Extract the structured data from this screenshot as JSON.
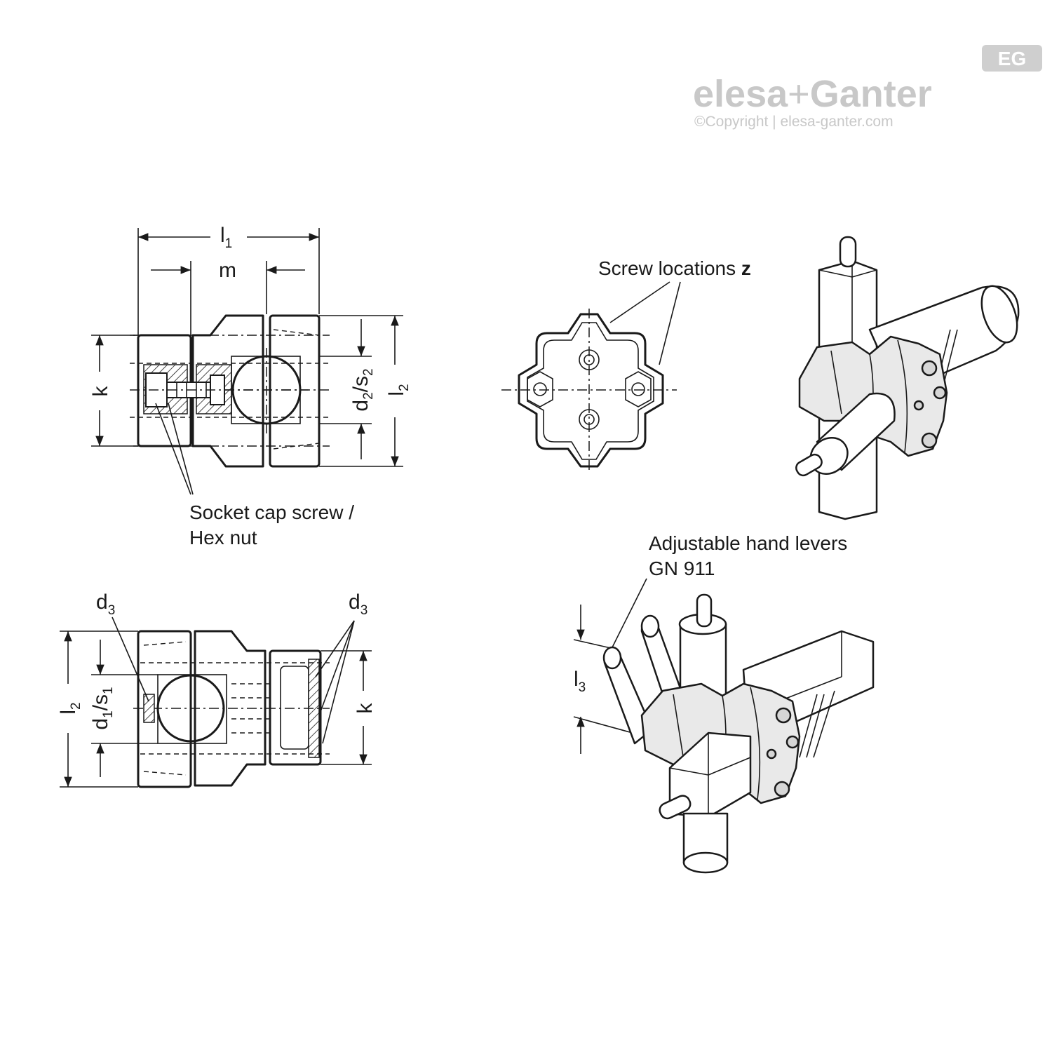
{
  "logo": {
    "brand_left": "elesa",
    "brand_plus": "+",
    "brand_right": "Ganter",
    "badge": "EG",
    "copyright": "©Copyright | elesa-ganter.com"
  },
  "labels": {
    "screw_locations_text": "Screw locations ",
    "screw_locations_var": "z",
    "socket_line1": "Socket cap screw /",
    "socket_line2": "Hex nut",
    "levers_line1": "Adjustable hand levers",
    "levers_line2": "GN 911"
  },
  "dimensions": {
    "l1": {
      "base": "l",
      "sub": "1"
    },
    "m": {
      "base": "m"
    },
    "k_top": {
      "base": "k"
    },
    "d2s2": {
      "a": "d",
      "a_sub": "2",
      "sep": "/s",
      "b_sub": "2"
    },
    "l2_top": {
      "base": "l",
      "sub": "2"
    },
    "d3_left": {
      "base": "d",
      "sub": "3"
    },
    "d3_right": {
      "base": "d",
      "sub": "3"
    },
    "l2_bottom": {
      "base": "l",
      "sub": "2"
    },
    "d1s1": {
      "a": "d",
      "a_sub": "1",
      "sep": "/s",
      "b_sub": "1"
    },
    "k_bottom": {
      "base": "k"
    },
    "l3": {
      "base": "l",
      "sub": "3"
    }
  },
  "colors": {
    "line": "#1a1a1a",
    "logo_gray": "#c8c8c8",
    "shade": "#e9e9e9"
  }
}
